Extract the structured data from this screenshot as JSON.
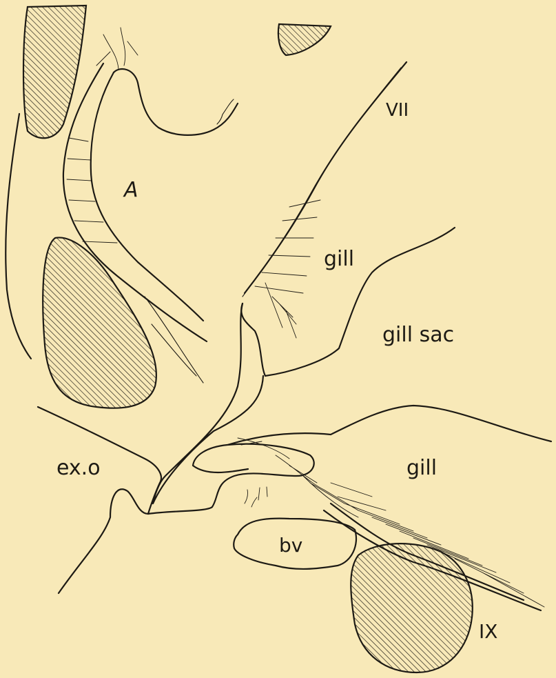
{
  "labels": {
    "a": "A",
    "vii": "VII",
    "gill_upper": "gill",
    "gill_sac": "gill sac",
    "ex_o": "ex.o",
    "gill_lower": "gill",
    "bv": "bv",
    "ix": "IX"
  },
  "colors": {
    "paper": "#f8e9b8",
    "ink": "#1d1a14"
  }
}
